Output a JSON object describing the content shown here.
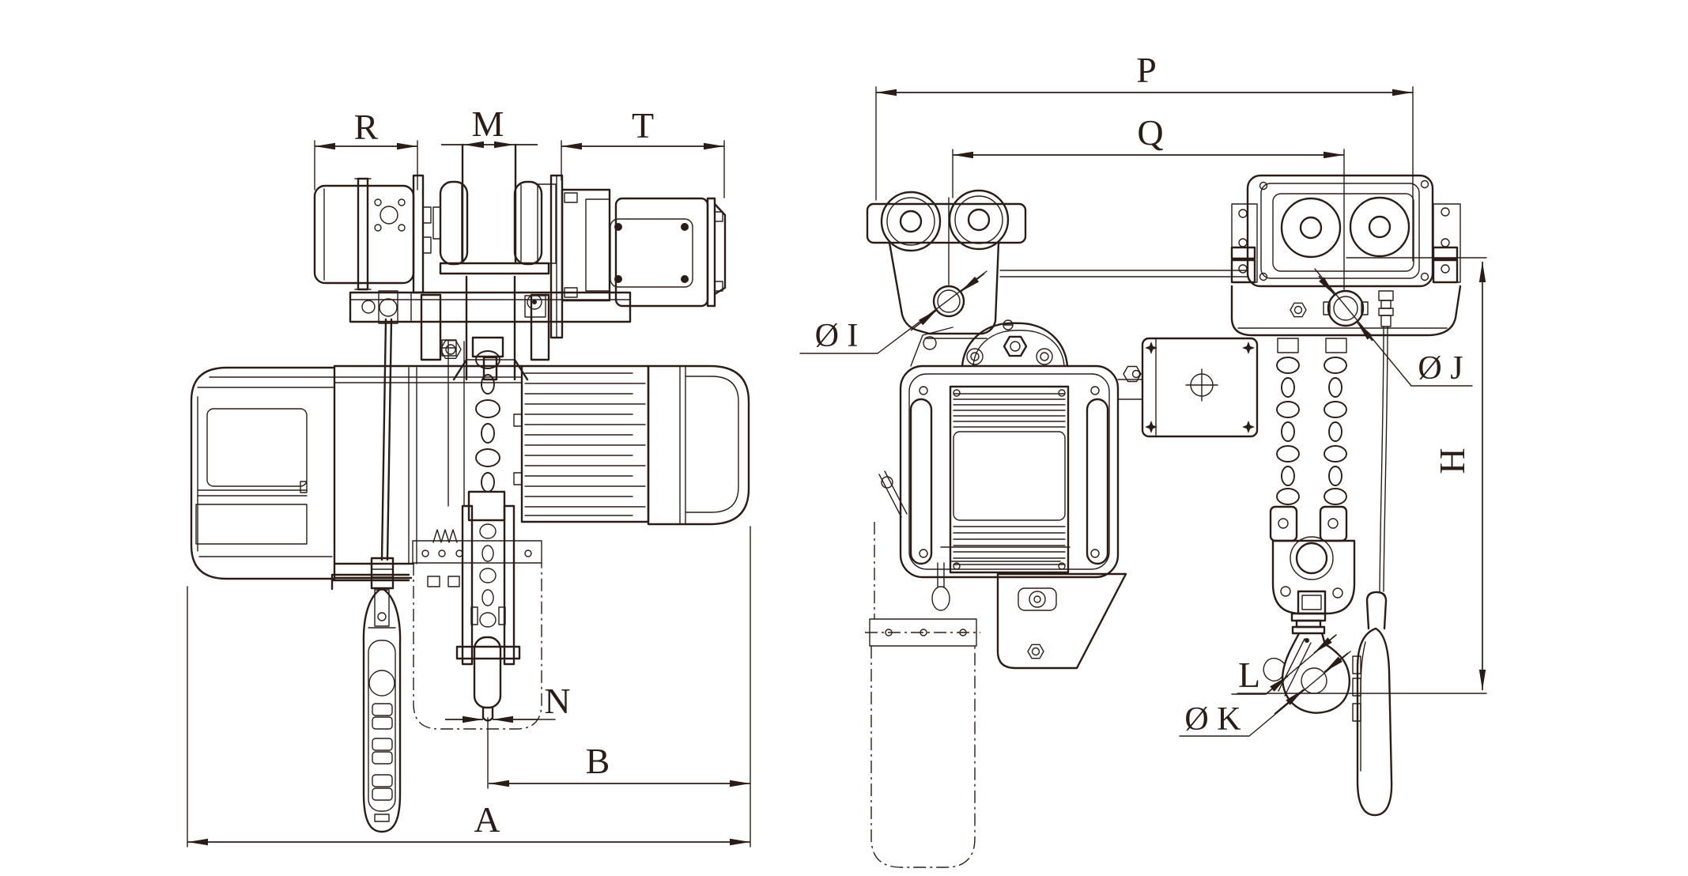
{
  "drawing": {
    "type": "engineering-dimension-drawing",
    "subject": "electric chain hoist with motorized trolley, two orthographic views",
    "colors": {
      "line": "#2b1d16",
      "background": "#ffffff"
    },
    "views": [
      {
        "id": "side-view",
        "dimension_labels": [
          "R",
          "M",
          "T",
          "N",
          "B",
          "A"
        ]
      },
      {
        "id": "front-view",
        "dimension_labels": [
          "P",
          "Q",
          "Ø I",
          "Ø J",
          "H",
          "L",
          "Ø K"
        ]
      }
    ],
    "labels": {
      "R": "R",
      "M": "M",
      "T": "T",
      "N": "N",
      "B": "B",
      "A": "A",
      "P": "P",
      "Q": "Q",
      "H": "H",
      "I": "Ø I",
      "J": "Ø J",
      "L": "L",
      "K": "Ø K"
    }
  }
}
